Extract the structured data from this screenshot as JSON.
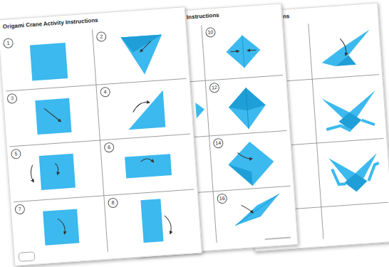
{
  "diagram": {
    "title": "Origami Crane Activity Instructions",
    "labels": [
      "1",
      "2",
      "3",
      "4",
      "5",
      "6",
      "7",
      "8",
      "Instructions",
      "10",
      "12",
      "14",
      "16",
      "ns"
    ]
  }
}
